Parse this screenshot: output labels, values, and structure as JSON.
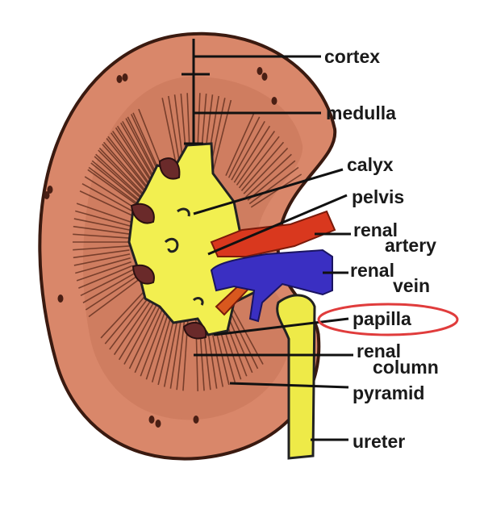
{
  "diagram": {
    "title": "Kidney cross-section",
    "colors": {
      "cortex": "#d9876a",
      "medulla": "#cf7d60",
      "outline": "#3a1a10",
      "pelvis": "#f2ef50",
      "artery": "#d9381e",
      "vein": "#3a2fc2",
      "ureter": "#eeea48",
      "papilla_dark": "#6a2a2a",
      "highlight": "#e03c3c"
    },
    "labels": {
      "cortex": "cortex",
      "medulla": "medulla",
      "calyx": "calyx",
      "pelvis": "pelvis",
      "renal_artery_1": "renal",
      "renal_artery_2": "artery",
      "renal_vein_1": "renal",
      "renal_vein_2": "vein",
      "papilla": "papilla",
      "renal_column_1": "renal",
      "renal_column_2": "column",
      "pyramid": "pyramid",
      "ureter": "ureter"
    },
    "highlighted_label": "papilla"
  }
}
